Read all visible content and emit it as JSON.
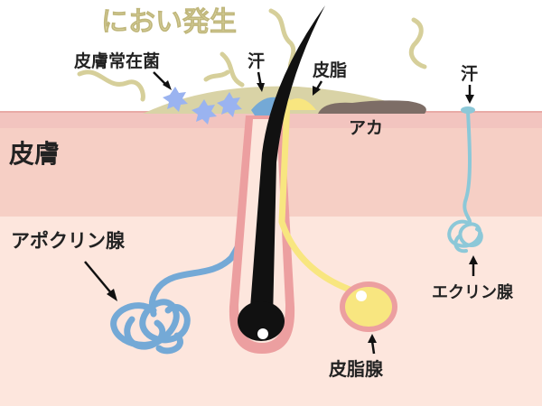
{
  "title": "におい発生",
  "labels": {
    "bacteria": "皮膚常在菌",
    "sweat_apocrine": "汗",
    "sebum": "皮脂",
    "sweat_eccrine": "汗",
    "skin": "皮膚",
    "aka": "アカ",
    "apocrine_gland": "アポクリン腺",
    "eccrine_gland": "エクリン腺",
    "sebaceous_gland": "皮脂腺"
  },
  "colors": {
    "odor_wave": "#d6cf9a",
    "title_text": "#d9d19e",
    "skin_surface": "#f2c4bf",
    "dermis": "#f6cfc5",
    "subcutis": "#fde6dd",
    "follicle_outline": "#ec9fa0",
    "hair": "#111111",
    "apocrine_duct": "#74a9d6",
    "eccrine_duct": "#8cc8d8",
    "sebum": "#f8e680",
    "aka": "#7d6d66",
    "bacteria": "#9ab3f0",
    "surface_film": "#d9d3a6"
  }
}
